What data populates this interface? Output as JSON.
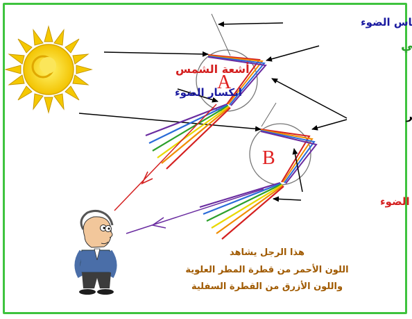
{
  "labels": {
    "reflection": "انعكاس الضوء",
    "total_reflection": "انعكاس كلي",
    "sun_rays": "أشعة الشمس",
    "refraction": "انكسار الضوء",
    "raindrops": "قطرات مطر",
    "dispersion": "تشتت الضوء",
    "drop_a": "A",
    "drop_b": "B"
  },
  "caption": {
    "line1": "هذا الرجل يشاهد",
    "line2": "اللون الأحمر من قطرة المطر العلوية",
    "line3": "واللون الأزرق من القطرة السفلية"
  },
  "colors": {
    "frame": "#3ec33e",
    "reflection_text": "#1a1aa0",
    "total_reflection_text": "#2ca02c",
    "sun_rays_text": "#d42020",
    "refraction_text": "#1a1aa0",
    "raindrops_text": "#000000",
    "dispersion_text": "#d42020",
    "drop_label": "#e02020",
    "caption_text": "#a05a00",
    "spectrum": [
      "#d42020",
      "#f08c00",
      "#e8d800",
      "#2ca02c",
      "#2a6bd8",
      "#6a2ca0"
    ]
  },
  "icons": [
    "sun-icon",
    "man-observer-icon"
  ]
}
